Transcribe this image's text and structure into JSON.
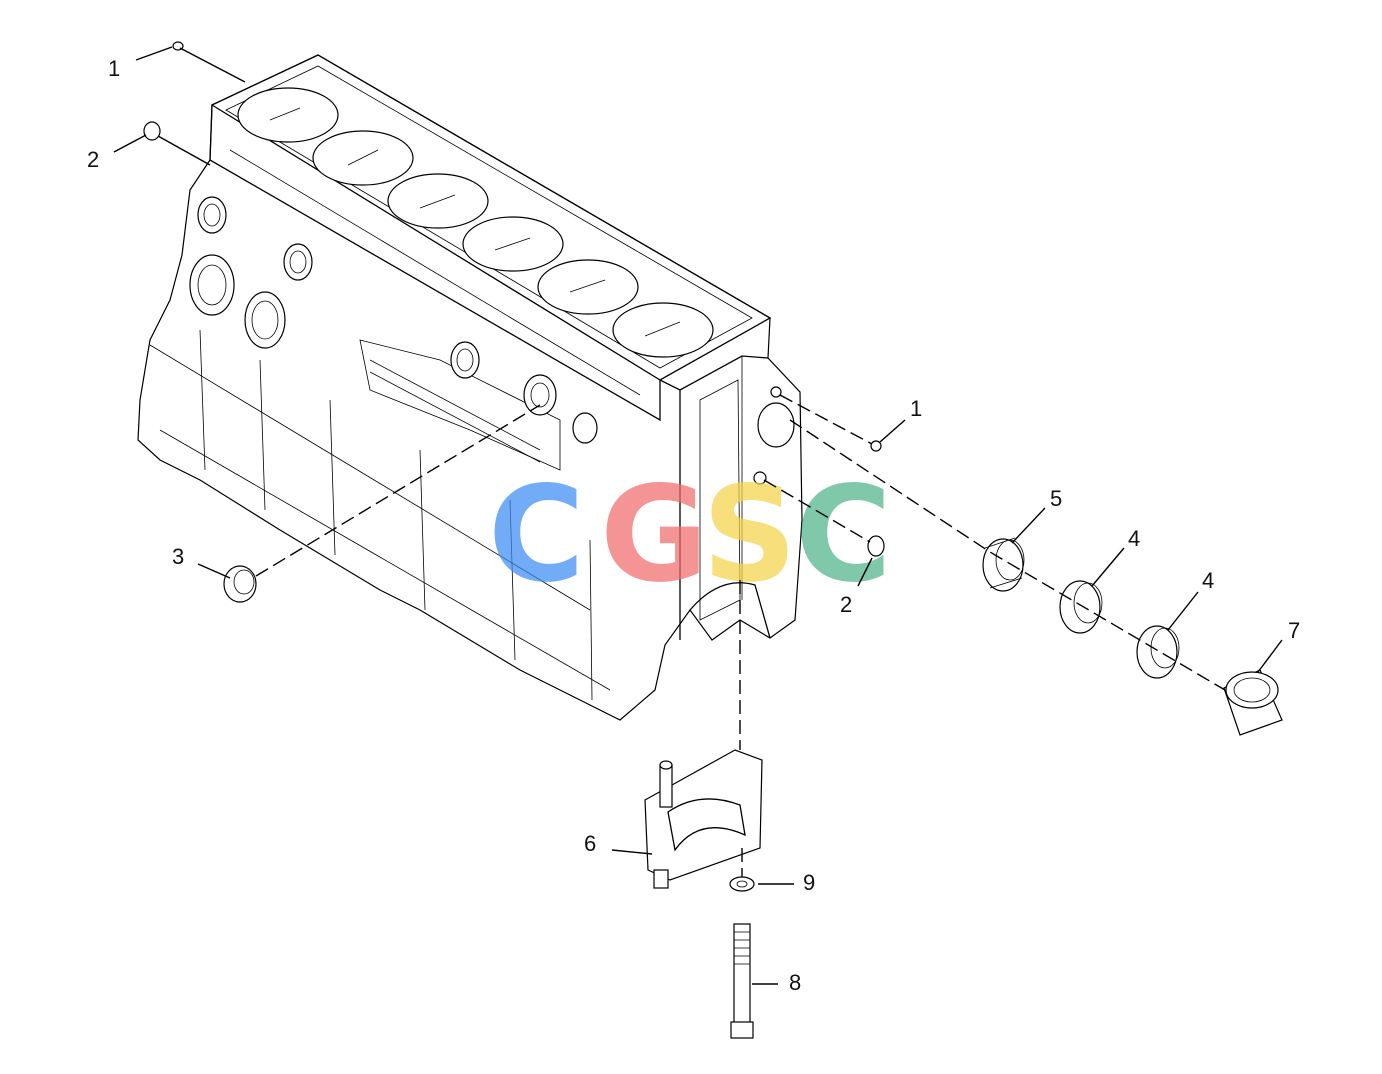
{
  "callouts": {
    "c1_top": "1",
    "c2_left": "2",
    "c3": "3",
    "c1_right": "1",
    "c2_right": "2",
    "c5": "5",
    "c4_a": "4",
    "c4_b": "4",
    "c7": "7",
    "c6": "6",
    "c9": "9",
    "c8": "8"
  },
  "watermark": {
    "letters": [
      "C",
      "G",
      "S",
      "C"
    ],
    "colors": [
      "#3d8df5",
      "#f06b6b",
      "#f5d44a",
      "#4fb38a"
    ]
  },
  "colors": {
    "line": "#000000",
    "background": "#ffffff"
  }
}
